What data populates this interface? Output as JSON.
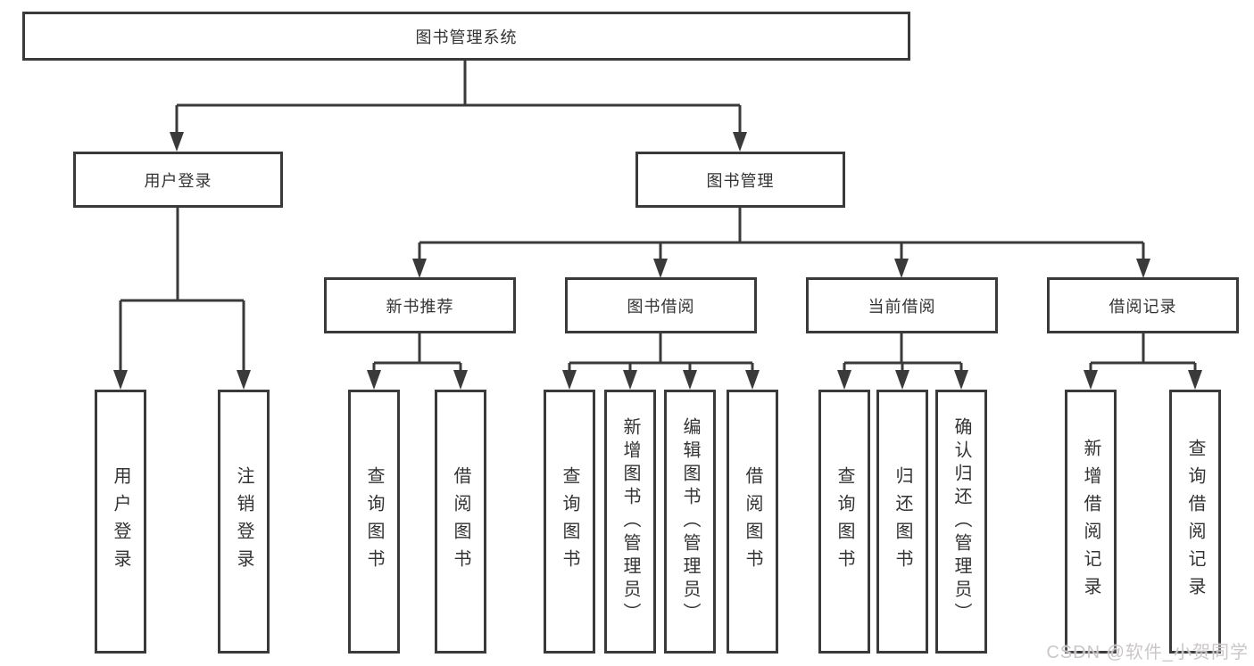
{
  "colors": {
    "line": "#3a3a3a",
    "box_border": "#3a3a3a",
    "text": "#333333",
    "background": "#ffffff",
    "watermark": "#cbc7c8"
  },
  "watermark": {
    "text": "CSDN @软件_小贺同学"
  },
  "tree": {
    "label": "图书管理系统",
    "children": [
      {
        "label": "用户登录",
        "children": [
          {
            "label": "用户登录"
          },
          {
            "label": "注销登录"
          }
        ]
      },
      {
        "label": "图书管理",
        "children": [
          {
            "label": "新书推荐",
            "children": [
              {
                "label": "查询图书"
              },
              {
                "label": "借阅图书"
              }
            ]
          },
          {
            "label": "图书借阅",
            "children": [
              {
                "label": "查询图书"
              },
              {
                "label": "新增图书（管理员）"
              },
              {
                "label": "编辑图书（管理员）"
              },
              {
                "label": "借阅图书"
              }
            ]
          },
          {
            "label": "当前借阅",
            "children": [
              {
                "label": "查询图书"
              },
              {
                "label": "归还图书"
              },
              {
                "label": "确认归还（管理员）"
              }
            ]
          },
          {
            "label": "借阅记录",
            "children": [
              {
                "label": "新增借阅记录"
              },
              {
                "label": "查询借阅记录"
              }
            ]
          }
        ]
      }
    ]
  }
}
